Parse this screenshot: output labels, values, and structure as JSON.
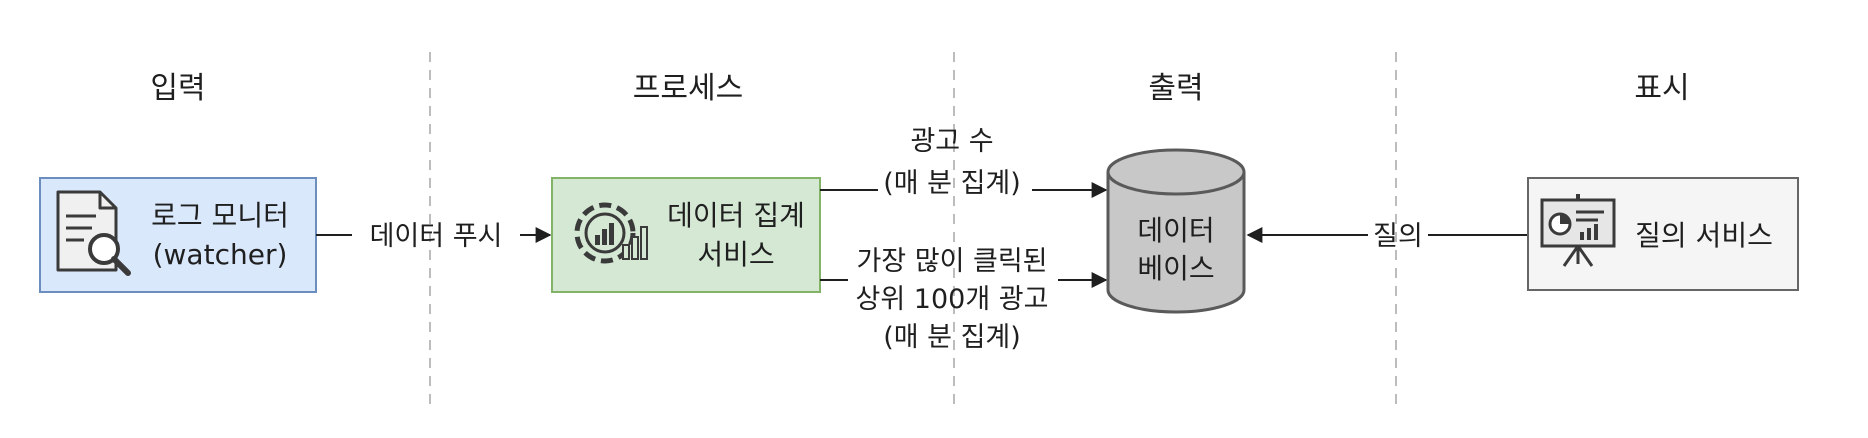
{
  "columns": {
    "input": "입력",
    "process": "프로세스",
    "output": "출력",
    "display": "표시"
  },
  "nodes": {
    "log_monitor": {
      "line1": "로그 모니터",
      "line2": "(watcher)"
    },
    "aggregation_service": {
      "line1": "데이터 집계",
      "line2": "서비스"
    },
    "database": {
      "line1": "데이터",
      "line2": "베이스"
    },
    "query_service": {
      "label": "질의 서비스"
    }
  },
  "edges": {
    "push": "데이터 푸시",
    "ad_count": {
      "line1": "광고 수",
      "line2": "(매 분 집계)"
    },
    "top_ads": {
      "line1": "가장 많이 클릭된",
      "line2": "상위 100개 광고",
      "line3": "(매 분 집계)"
    },
    "query": "질의"
  },
  "colors": {
    "input_fill": "#dae8fc",
    "input_stroke": "#6c8ebf",
    "process_fill": "#d5e8d4",
    "process_stroke": "#82b366",
    "db_fill": "#c8c8c8",
    "db_stroke": "#5a5a5a",
    "display_fill": "#f5f5f5",
    "display_stroke": "#666666",
    "divider": "#bdbdbd"
  },
  "icons": {
    "log_monitor": "document-search-icon",
    "aggregation_service": "gear-chart-icon",
    "query_service": "presentation-board-icon"
  }
}
